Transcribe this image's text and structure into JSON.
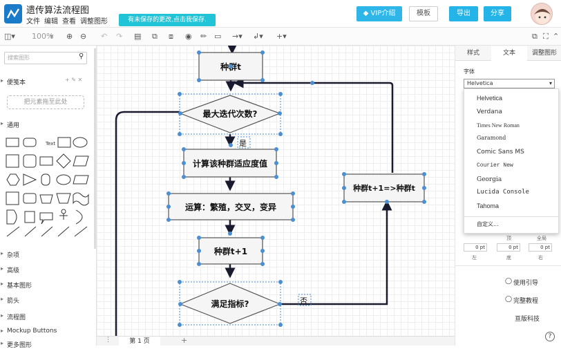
{
  "header": {
    "title": "遗传算法流程图",
    "menus": [
      "文件",
      "编辑",
      "查看",
      "调整图形"
    ],
    "save_notice": "有未保存的更改,点击我保存.",
    "vip_label": "VIP介绍",
    "template_label": "模板",
    "export_label": "导出",
    "share_label": "分享"
  },
  "toolbar": {
    "zoom": "100%"
  },
  "sidebar": {
    "search_placeholder": "搜索图形",
    "scratchpad": "便笺本",
    "drop_hint": "把元素拖至此处",
    "general": "通用",
    "text_shape": "Text",
    "sections": [
      "杂项",
      "高级",
      "基本图形",
      "箭头",
      "流程图",
      "Mockup Buttons",
      "更多图形"
    ]
  },
  "diagram": {
    "node1": "种群t",
    "node2": "最大迭代次数?",
    "node3": "计算该种群适应度值",
    "node4": "运算：繁殖，交叉，变异",
    "node5": "种群t+1",
    "node6": "满足指标?",
    "node7": "种群t+1=>种群t",
    "label_yes": "是",
    "label_no": "否"
  },
  "bottom": {
    "page_tab": "第 1 页"
  },
  "right_panel": {
    "tabs": [
      "样式",
      "文本",
      "调整图形"
    ],
    "font_label": "字体",
    "font_value": "Helvetica",
    "fonts": [
      "Helvetica",
      "Verdana",
      "Times New Roman",
      "Garamond",
      "Comic Sans MS",
      "Courier New",
      "Georgia",
      "Lucida Console",
      "Tahoma"
    ],
    "custom": "自定义...",
    "spacing_top": "顶",
    "spacing_global": "全局",
    "spacing_left": "左",
    "spacing_bottom": "底",
    "spacing_right": "右",
    "spacing_val": "0 pt",
    "links": [
      "使用引导",
      "完整教程",
      "亘版科技"
    ]
  }
}
